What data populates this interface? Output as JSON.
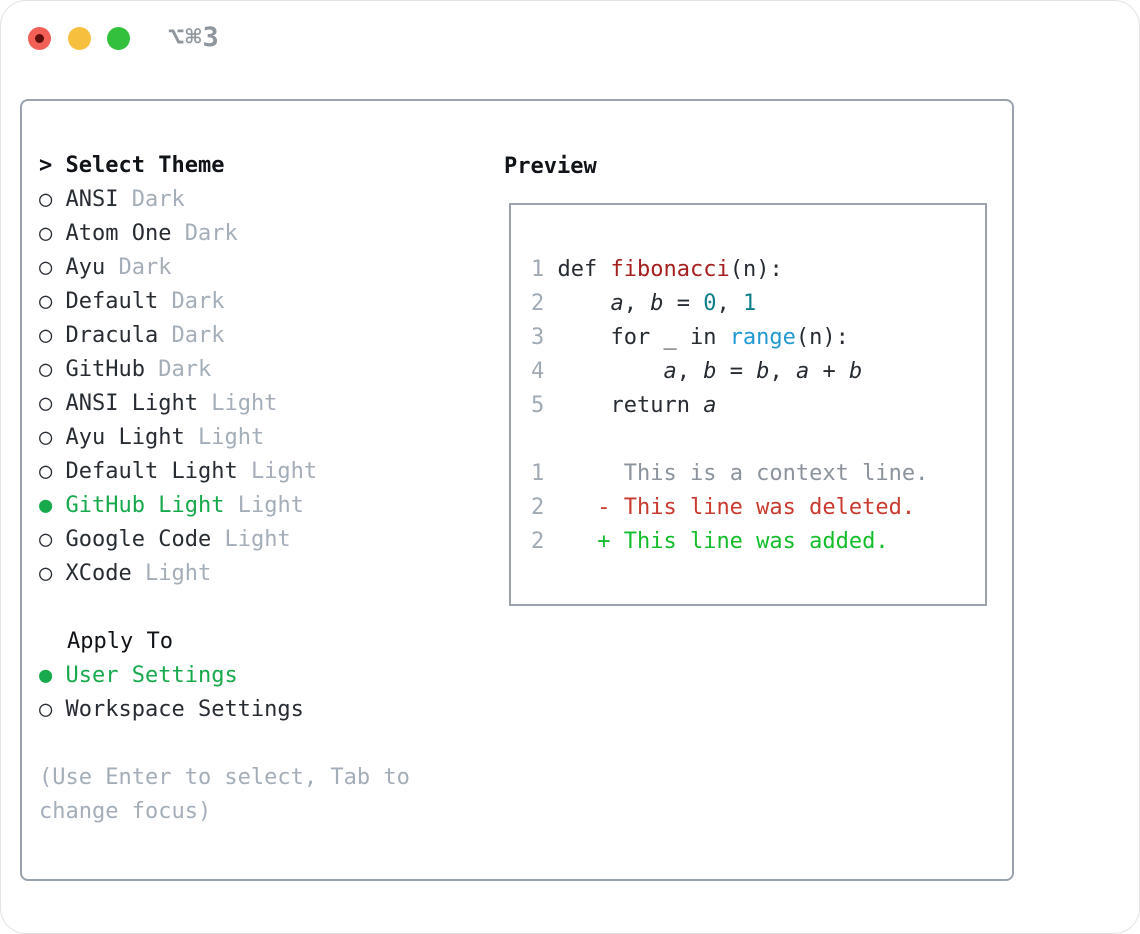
{
  "colors": {
    "traffic_red": "#f15f57",
    "traffic_red_dot": "#5d100b",
    "traffic_yellow": "#f7bf3e",
    "traffic_green": "#33c13d",
    "shortcut_gray": "#8f969e",
    "border_gray": "#9aa3ad",
    "title_black": "#101418",
    "text_dark": "#272c33",
    "gray_light": "#a4aeb8",
    "num_gray": "#a0aab4",
    "ctx_gray": "#8b939c",
    "green_sel": "#17a94c",
    "fn_red": "#a5201f",
    "call_blue": "#2198d2",
    "teal_num": "#0f7e86",
    "del_red": "#c93a2e",
    "add_green": "#14bd2b"
  },
  "titlebar": {
    "shortcut": "⌥⌘3"
  },
  "theme_picker": {
    "prompt": "> ",
    "title": "Select Theme",
    "items": [
      {
        "name": "ANSI",
        "tag": "Dark",
        "selected": false
      },
      {
        "name": "Atom One",
        "tag": "Dark",
        "selected": false
      },
      {
        "name": "Ayu",
        "tag": "Dark",
        "selected": false
      },
      {
        "name": "Default",
        "tag": "Dark",
        "selected": false
      },
      {
        "name": "Dracula",
        "tag": "Dark",
        "selected": false
      },
      {
        "name": "GitHub",
        "tag": "Dark",
        "selected": false
      },
      {
        "name": "ANSI Light",
        "tag": "Light",
        "selected": false
      },
      {
        "name": "Ayu Light",
        "tag": "Light",
        "selected": false
      },
      {
        "name": "Default Light",
        "tag": "Light",
        "selected": false
      },
      {
        "name": "GitHub Light",
        "tag": "Light",
        "selected": true
      },
      {
        "name": "Google Code",
        "tag": "Light",
        "selected": false
      },
      {
        "name": "XCode",
        "tag": "Light",
        "selected": false
      }
    ]
  },
  "apply_to": {
    "title": "Apply To",
    "options": [
      {
        "name": "User Settings",
        "selected": true
      },
      {
        "name": "Workspace Settings",
        "selected": false
      }
    ]
  },
  "hint_lines": [
    "(Use Enter to select, Tab to",
    "change focus)"
  ],
  "preview": {
    "title": "Preview",
    "lines": [
      [
        {
          "t": "1 ",
          "c": "num"
        },
        {
          "t": "def ",
          "c": "code"
        },
        {
          "t": "fibonacci",
          "c": "fn"
        },
        {
          "t": "(n):",
          "c": "code"
        }
      ],
      [
        {
          "t": "2 ",
          "c": "num"
        },
        {
          "t": "    ",
          "c": "code"
        },
        {
          "t": "a",
          "c": "var"
        },
        {
          "t": ", ",
          "c": "code"
        },
        {
          "t": "b",
          "c": "var"
        },
        {
          "t": " = ",
          "c": "code"
        },
        {
          "t": "0",
          "c": "numlit"
        },
        {
          "t": ", ",
          "c": "code"
        },
        {
          "t": "1",
          "c": "numlit"
        }
      ],
      [
        {
          "t": "3 ",
          "c": "num"
        },
        {
          "t": "    for _ in ",
          "c": "code"
        },
        {
          "t": "range",
          "c": "call"
        },
        {
          "t": "(n):",
          "c": "code"
        }
      ],
      [
        {
          "t": "4 ",
          "c": "num"
        },
        {
          "t": "        ",
          "c": "code"
        },
        {
          "t": "a",
          "c": "var"
        },
        {
          "t": ", ",
          "c": "code"
        },
        {
          "t": "b",
          "c": "var"
        },
        {
          "t": " = ",
          "c": "code"
        },
        {
          "t": "b",
          "c": "var"
        },
        {
          "t": ", ",
          "c": "code"
        },
        {
          "t": "a",
          "c": "var"
        },
        {
          "t": " + ",
          "c": "code"
        },
        {
          "t": "b",
          "c": "var"
        }
      ],
      [
        {
          "t": "5 ",
          "c": "num"
        },
        {
          "t": "    return ",
          "c": "code"
        },
        {
          "t": "a",
          "c": "var"
        }
      ],
      [],
      [
        {
          "t": "1",
          "c": "num"
        },
        {
          "t": "      ",
          "c": "code"
        },
        {
          "t": "This is a context line.",
          "c": "ctx"
        }
      ],
      [
        {
          "t": "2",
          "c": "num"
        },
        {
          "t": "    ",
          "c": "code"
        },
        {
          "t": "- This line was deleted.",
          "c": "del"
        }
      ],
      [
        {
          "t": "2",
          "c": "num"
        },
        {
          "t": "    ",
          "c": "code"
        },
        {
          "t": "+ This line was added.",
          "c": "add"
        }
      ]
    ]
  }
}
